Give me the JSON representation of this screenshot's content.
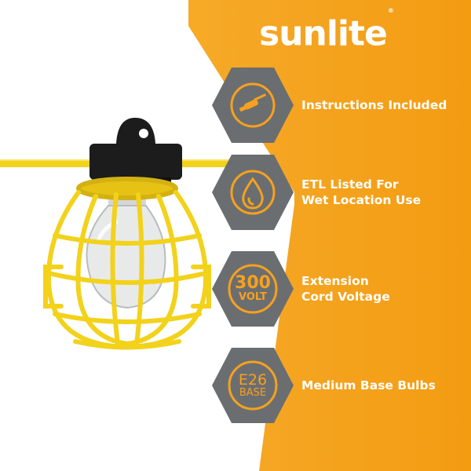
{
  "brand": {
    "name": "sunlite",
    "trademark": "®"
  },
  "colors": {
    "accent_orange": "#f6a11f",
    "hex_gray": "#6b6e71",
    "cord_yellow": "#f2d21b",
    "socket_black": "#1c1c1c",
    "background": "#f5a623"
  },
  "features": [
    {
      "icon": "screwdriver-icon",
      "label": "Instructions Included"
    },
    {
      "icon": "water-drop-icon",
      "label": "ETL Listed For\nWet Location Use"
    },
    {
      "icon": "voltage-badge",
      "label": "Extension\nCord Voltage",
      "badge_top": "300",
      "badge_bottom": "VOLT"
    },
    {
      "icon": "base-badge",
      "label": "Medium Base Bulbs",
      "badge_top": "E26",
      "badge_bottom": "BASE"
    }
  ]
}
